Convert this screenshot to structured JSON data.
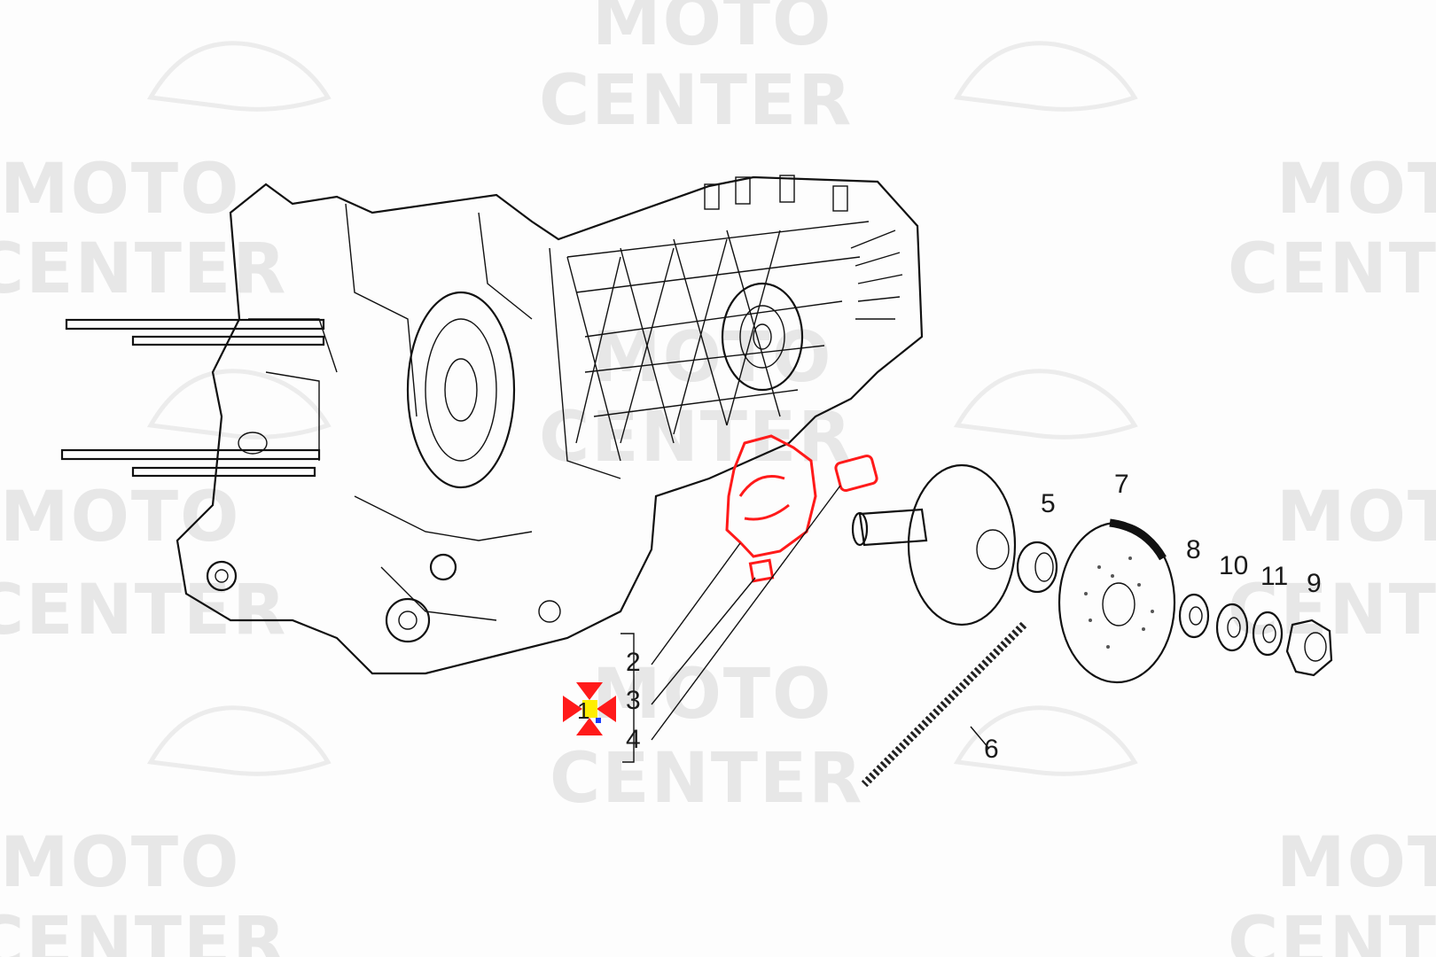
{
  "watermark": {
    "line1": "MOTO",
    "line2": "CENTER"
  },
  "callouts": {
    "c1": "1",
    "c2": "2",
    "c3": "3",
    "c4": "4",
    "c5": "5",
    "c6": "6",
    "c7": "7",
    "c8": "8",
    "c9": "9",
    "c10": "10",
    "c11": "11"
  },
  "colors": {
    "highlight": "#ff1a1a",
    "marker_yellow": "#ffee00",
    "marker_blue": "#1a3cff",
    "watermark": "#e7e7e7",
    "line": "#111111"
  },
  "icons": {
    "part_marker": "selected-part-marker-icon"
  }
}
